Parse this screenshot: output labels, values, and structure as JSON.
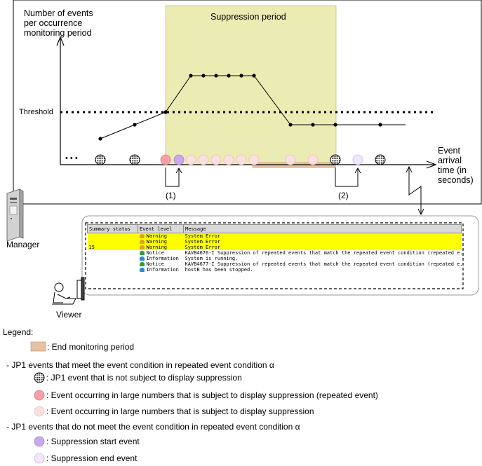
{
  "chart": {
    "y_axis_label": [
      "Number of events",
      "per occurrence",
      "monitoring period"
    ],
    "x_axis_label": [
      "Event",
      "arrival",
      "time (in",
      "seconds)"
    ],
    "suppression_label": "Suppression period",
    "threshold_label": "Threshold",
    "ellipsis": "• • •",
    "marker_1": "(1)",
    "marker_2": "(2)"
  },
  "manager_label": "Manager",
  "viewer_label": "Viewer",
  "event_table": {
    "columns": [
      "Summary status",
      "Event level",
      "Message"
    ],
    "rows": [
      {
        "summary": "",
        "level": "Warning",
        "icon": "warning-icon",
        "message": "System Error",
        "highlight": true
      },
      {
        "summary": "",
        "level": "Warning",
        "icon": "warning-icon",
        "message": "System Error",
        "highlight": true
      },
      {
        "summary": "15",
        "level": "Warning",
        "icon": "warning-icon",
        "message": "System Error",
        "highlight": true
      },
      {
        "summary": "",
        "level": "Notice",
        "icon": "notice-icon",
        "message": "KAVB4676-I Suppression of repeated events that match the repeated event condition (repeated e...",
        "highlight": false
      },
      {
        "summary": "",
        "level": "Information",
        "icon": "information-icon",
        "message": "System is running.",
        "highlight": false
      },
      {
        "summary": "",
        "level": "Notice",
        "icon": "notice-icon",
        "message": "KAVB4677-I Suppression of repeated events that match the repeated event condition (repeated e...",
        "highlight": false
      },
      {
        "summary": "",
        "level": "Information",
        "icon": "information-icon",
        "message": "hostB has been stopped.",
        "highlight": false
      }
    ]
  },
  "legend": {
    "title": "Legend:",
    "end_period": ": End monitoring period",
    "group1": "- JP1 events that meet the event condition in repeated event condition α",
    "item_not_suppressed": ": JP1 event that is not subject to display suppression",
    "item_repeated": ": Event occurring in large numbers that is subject to display suppression (repeated event)",
    "item_large": ": Event occurring in large numbers that is subject to display suppression",
    "group2": "- JP1 events that do not meet the event condition in repeated event condition α",
    "item_start": ": Suppression start event",
    "item_end": ": Suppression end event"
  },
  "colors": {
    "suppression_fill": "#ebebb4",
    "end_period": "#e6c2a3",
    "repeated_event": "#f5a0a8",
    "large_event": "#fce0e0",
    "start_event": "#c9a8ee",
    "end_event": "#f1e6fb",
    "highlight_row": "#ffff00"
  }
}
